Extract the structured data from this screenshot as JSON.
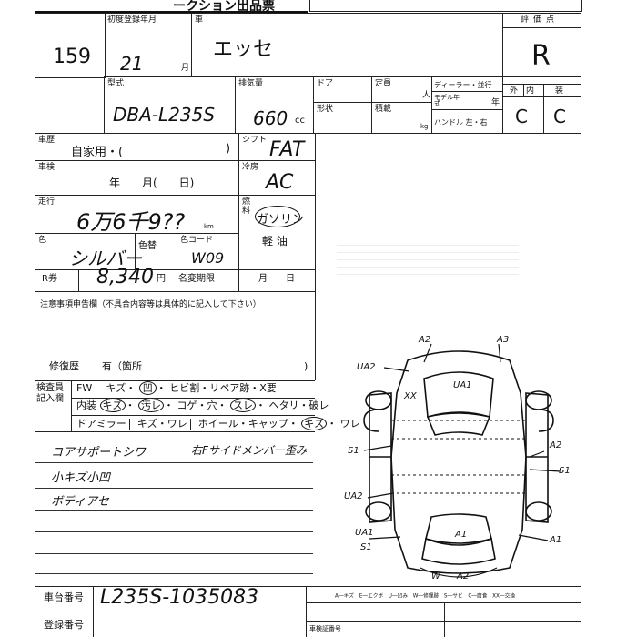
{
  "header": {
    "title_fragment": "ークション出品票",
    "lot_number": "159",
    "first_reg_label": "初度登録年月",
    "first_reg_year": "21",
    "month_unit": "月",
    "car_name_label": "車",
    "car_name": "エッセ",
    "grade_label": "評価点",
    "grade": "R"
  },
  "specs": {
    "model_label": "型式",
    "model": "DBA-L235S",
    "displacement_label": "排気量",
    "displacement": "660",
    "cc_unit": "cc",
    "door_label": "ドア",
    "shape_label": "形状",
    "capacity_label": "定員",
    "capacity_unit": "人",
    "load_label": "積載",
    "load_unit": "kg",
    "dealer_label": "ディーラー・並行",
    "model_year_label": "モデル年式",
    "year_unit": "年",
    "handle_label": "ハンドル 左・右",
    "exterior_label": "外",
    "exterior_grade": "C",
    "interior_label": "内",
    "interior_grade": "C",
    "equipment_label": "装"
  },
  "usage": {
    "label": "車歴",
    "value": "自家用・(",
    "close": ")",
    "shift_label": "シフト",
    "shift": "FAT",
    "inspection_label": "車検",
    "inspection_value": "年　　月(　　日)",
    "ac_label": "冷房",
    "ac": "AC",
    "mileage_label": "走行",
    "mileage": "6万6千9??",
    "km_unit": "km",
    "fuel_label": "燃料",
    "fuel": "ガソリン",
    "fuel_option": "軽 油",
    "color_label": "色",
    "color": "シルバー",
    "color_change_label": "色替",
    "color_code_label": "色コード",
    "color_code": "W09",
    "recycle_label": "R券",
    "recycle_fee": "8,340",
    "recycle_unit": "円",
    "registration_label": "名変期限",
    "registration_value": "月　　日"
  },
  "notes": {
    "caution_label": "注意事項申告欄（不具合内容等は具体的に記入して下さい）",
    "repair_label": "修復歴",
    "repair_value": "有（箇所",
    "repair_close": ")"
  },
  "inspection": {
    "inspector_label": "検査員記入欄",
    "row1": [
      "FW",
      "キズ",
      "凹",
      "ヒビ割・リペア跡・X要"
    ],
    "row2": [
      "内装",
      "キズ",
      "汚レ",
      "コゲ・穴",
      "スレ",
      "ヘタリ・破レ"
    ],
    "row3": [
      "ドアミラー",
      "キズ・ワレ",
      "ホイール・キャップ",
      "キズ",
      "ワレ"
    ]
  },
  "handwritten_notes": {
    "line1_left": "コアサポートシワ",
    "line1_right": "右Fサイドメンバー歪み",
    "line2": "小キズ小凹",
    "line3": "ボディアセ"
  },
  "diagram": {
    "marks": [
      "A2",
      "A3",
      "UA2",
      "UA1",
      "XX",
      "S1",
      "A2",
      "S1",
      "UA2",
      "UA1",
      "S1",
      "A1",
      "A1",
      "W",
      "A2"
    ]
  },
  "footer": {
    "chassis_label": "車台番号",
    "chassis": "L235S-1035083",
    "reg_label": "登録番号",
    "legend": "A―キズ　E―エクボ　U―凹み　W―修理跡　S―サビ　C―腐食　XX―交換",
    "legend_bottom": "車検証番号"
  }
}
